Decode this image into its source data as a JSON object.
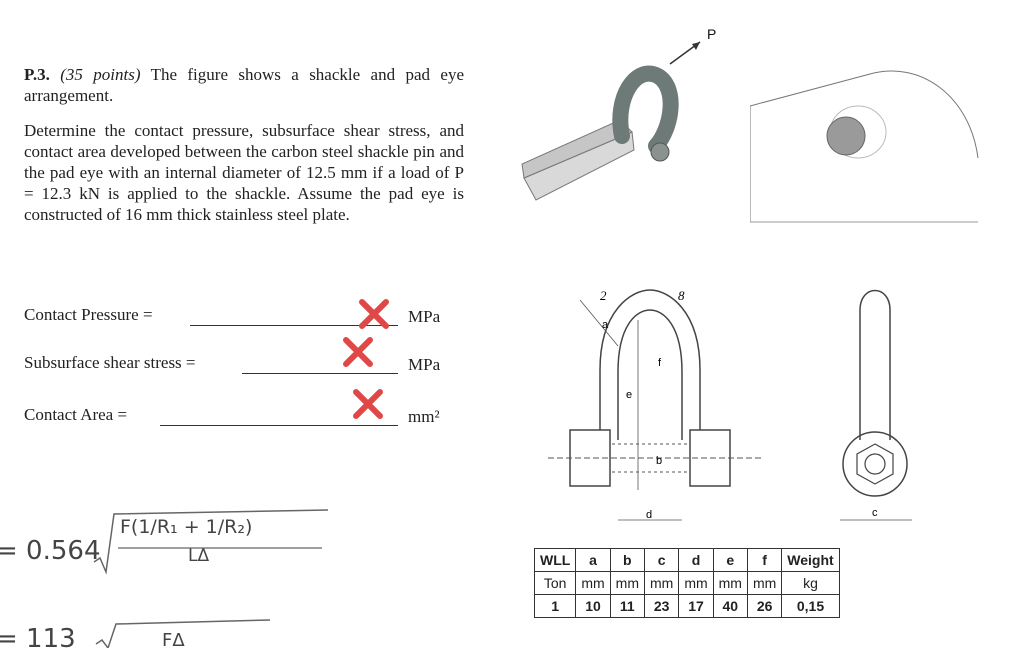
{
  "problem": {
    "number": "P.3.",
    "points": "(35 points)",
    "intro": "The figure shows a shackle and pad eye arrangement.",
    "body": "Determine the contact pressure, subsurface shear stress, and contact area developed between the carbon steel shackle pin and the pad eye with an internal diameter of 12.5 mm if a load of P = 12.3 kN is applied to the shackle. Assume the pad eye is constructed of 16 mm thick stainless steel plate."
  },
  "answers": [
    {
      "label": "Contact Pressure =",
      "unit": "MPa"
    },
    {
      "label": "Subsurface shear stress =",
      "unit": "MPa"
    },
    {
      "label": "Contact Area =",
      "unit": "mm²"
    }
  ],
  "figure": {
    "load_label": "P",
    "dims": [
      "a",
      "b",
      "c",
      "d",
      "e",
      "f"
    ],
    "extra_marks": [
      "2",
      "8"
    ]
  },
  "table": {
    "header": [
      "WLL",
      "a",
      "b",
      "c",
      "d",
      "e",
      "f",
      "Weight"
    ],
    "units": [
      "Ton",
      "mm",
      "mm",
      "mm",
      "mm",
      "mm",
      "mm",
      "kg"
    ],
    "row": [
      "1",
      "10",
      "11",
      "23",
      "17",
      "40",
      "26",
      "0,15"
    ]
  },
  "handwriting": {
    "line1_prefix": "= 0.564",
    "line1_numerator": "F(1/R₁ + 1/R₂)",
    "line1_denominator": "LΔ",
    "line2_prefix": "= 113",
    "line2_numerator": "FΔ"
  },
  "colors": {
    "x_mark": "#e04848",
    "text": "#222222"
  }
}
